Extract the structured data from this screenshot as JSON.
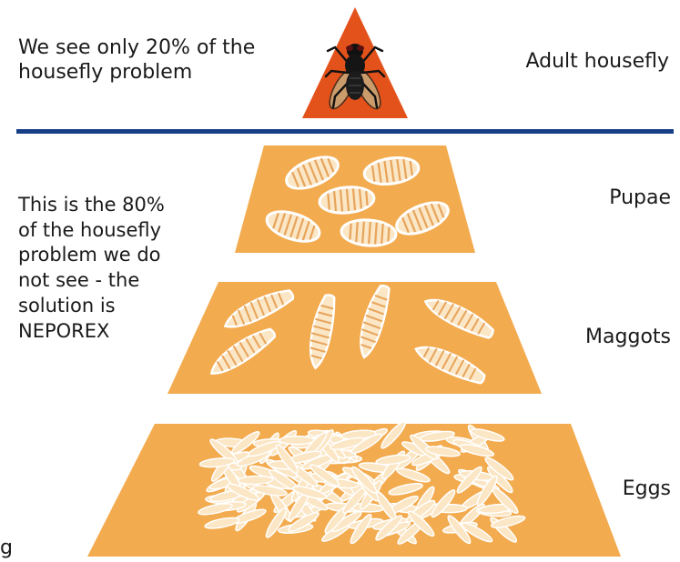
{
  "top_note": "We see only 20% of the housefly problem",
  "tiers": {
    "adult": "Adult housefly",
    "pupae": "Pupae",
    "maggots": "Maggots",
    "eggs": "Eggs"
  },
  "side_note": "This is the 80% of the housefly problem we do not see - the solution is NEPOREX",
  "stray_text": "g",
  "colors": {
    "triangle": "#e4521c",
    "tier_fill": "#f3ab4f",
    "divider": "#173f86",
    "larva": "#fbe6c5",
    "larva_stripe": "#e7a45b"
  },
  "icons": [
    "housefly-icon",
    "pupa-icon",
    "maggot-icon",
    "egg-icon"
  ]
}
